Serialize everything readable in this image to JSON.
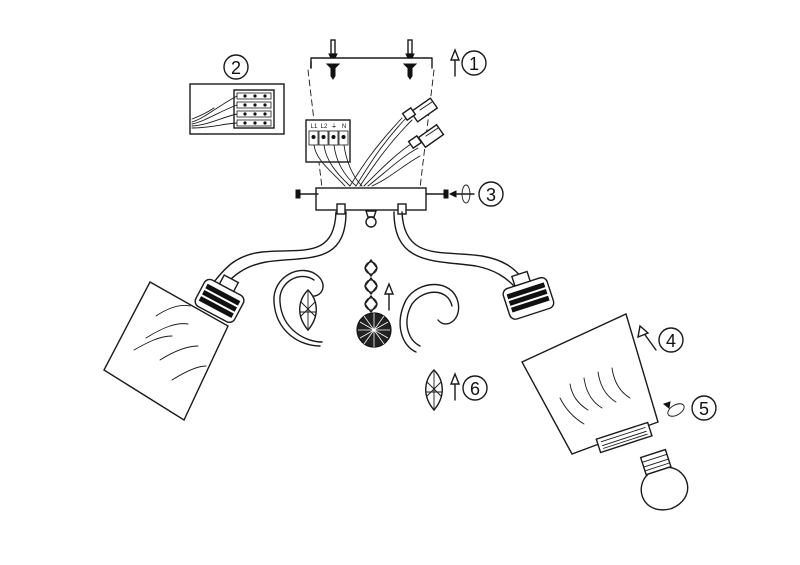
{
  "steps": [
    {
      "label": "1"
    },
    {
      "label": "2"
    },
    {
      "label": "3"
    },
    {
      "label": "4"
    },
    {
      "label": "5"
    },
    {
      "label": "6"
    }
  ],
  "terminal_labels": [
    "L1",
    "L2",
    "⏚",
    "N"
  ],
  "colors": {
    "line": "#1a1a1a",
    "background": "#ffffff"
  },
  "icons": [
    "arrow-up-icon",
    "screwdriver-rotate-icon",
    "screw-icon",
    "bulb-icon",
    "crystal-icon"
  ]
}
